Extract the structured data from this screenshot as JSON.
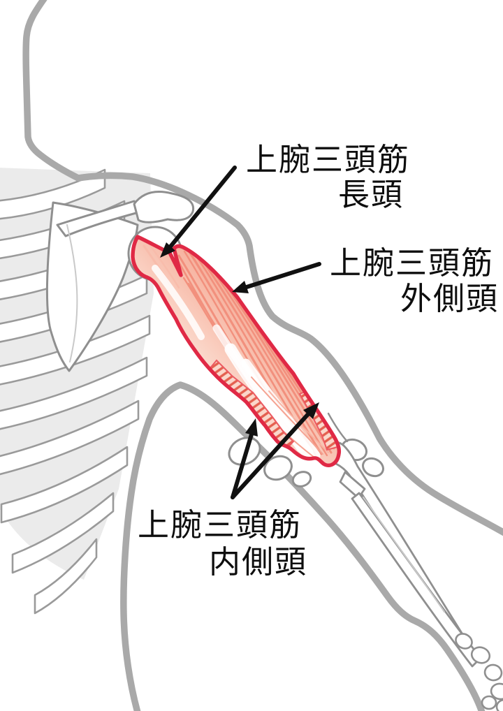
{
  "figure": {
    "subject": "triceps-brachii-anatomy-diagram",
    "labels": {
      "long_head": {
        "line1": "上腕三頭筋",
        "line2": "長頭"
      },
      "lateral_head": {
        "line1": "上腕三頭筋",
        "line2": "外側頭"
      },
      "medial_head": {
        "line1": "上腕三頭筋",
        "line2": "内側頭"
      }
    },
    "colors": {
      "muscle_outline": "#e02945",
      "muscle_fiber": "#f2907d",
      "body_outline": "#a9a9a9",
      "bone_outline": "#8f8f8f",
      "rib_shadow": "#ebebeb",
      "hatch_fill": "#fbd7cb",
      "hatch_stripe": "#e4604f",
      "arrow": "#111111",
      "background": "#ffffff"
    }
  }
}
